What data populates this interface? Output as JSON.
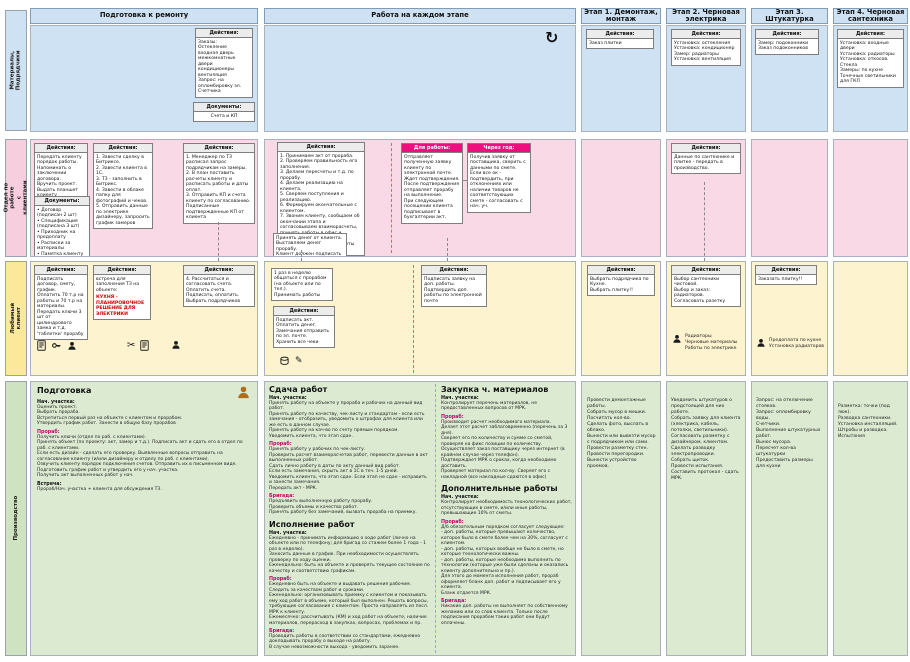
{
  "labels": {
    "actions": "Действия:",
    "documents": "Документы:"
  },
  "columns": [
    "Подготовка к ремонту",
    "Работа на каждом этапе",
    "Этап 1. Демонтаж, монтаж",
    "Этап 2. Черновая электрика",
    "Этап 3. Штукатурка",
    "Этап 4. Черновая сантехника"
  ],
  "lanes": [
    "Материалы,\nПодрядчики",
    "Отдел по работе\nс клиентами",
    "Любимый клиент",
    "Производство"
  ],
  "blue": {
    "orders": "Заказы:\nОстекление\nвходная дверь\nмежкомнатные двери\nкондиционеры\nвентиляция\nЗапрос: на опломбировку эл. Счетчика",
    "docs": "Счета и КП",
    "stage1": "Заказ плитки",
    "stage2": "Установка: остекления\nУстановка: кондиционер\nЗамер: радиаторы\nУстановка: вентиляция",
    "stage3": "Замер: подоконники\nЗаказ подоконников",
    "stage4": "Установка: входные двери\nУстановка: радиаторы\nУстановка: откосов. Стекла\nЗамеры: по кухне\nТочечные светильники для ГКЛ"
  },
  "pink": {
    "handover": "Передать клиенту порядок работы.\nНапоминать о заключении договора.\nВручить проект.\nВыдать планшет клиенту",
    "docs": "• Договор (подписан 2 шт)\n• Спецификация (подписана 3 шт)\n• Приходник на предоплату\n• Расписки за материалы\n• Памятка клиенту",
    "crm": "1. Завести сделку в Битриксе.\n2. Завести клиента в 1С.\n3. ТЗ - заполнить в Битрикс.\n4. Завести в облаке папку для фотографий и чеков.\n5. Отправить данные по электрике дизайнеру, запросить график замеров",
    "manager": "1. Менеджер по ТЗ расписал запрос подрядчикам на замеры.\n2. В план поставить расчеты клиенту и расписать работы и даты оплат.\n3. Отправить КП и счета клиенту по согласованию. Подписанные подтвержденные КП от клиента",
    "acts": "1. Принимаем акт от прораба.\n2. Проверяем правильность его заполнения.\n3. Делаем пересчеты и т.д. по прорабу.\n4. Делаем реализацию на клиента.\n5. Сверяем поступления и реализацию.\n6. Формируем окончательные с клиентом.\n7. Звоним клиенту, сообщаем об окончании этапа и согласовываем взаиморасчеты, принять работы в офис и уточнить акт.\n8. Отправляем взаиморасчеты клиенту",
    "money": "Принять денег от клиента.\nВыставляем денег прорабу.\nКлиент должен подписать акты",
    "for_work_h": "Для работы:",
    "for_work": "Отправляет полученную заявку клиенту по электронной почте.\nЖдет подтверждения.\nПосле подтверждения отправляет прорабу на выполнение.\nПри следующем посещении клиента подписывает в бухгалтерии акт.",
    "in_year_h": "Через год:",
    "in_year": "Получив заявку от поставщика, сверить с данными по смете. Если все ок - подтвердить, при отклонениях или наличии товаров не соответствующих смете - согласовать с нач. уч.",
    "stage2": "Данные по сантехнике и плитке - передать в производство."
  },
  "yellow": {
    "sign": "Подписать договор, смету, график.\nОплатить 70 т.р на работы и 70 т.р на материалы.\nПередать ключи 3 шт от цилиндрового замка и т.д. 'таблетки' прорабу",
    "meeting_intro": "встреча для заполнения ТЗ на объекте:",
    "meeting_red": "КУХНЯ - ПЛАНИРОВОЧНОЕ РЕШЕНИЕ ДЛЯ ЭЛЕКТРИКИ",
    "pay": "4. Рассчитаться и согласовать счета.\nОплатить счета.\nПодписать, оплатить.\nВыбрать подрядчиков",
    "weekly": "1 раз в неделю общаться с прорабом (на объекте или по тел.).\nПринимать работы",
    "sign_act": "Подписать акт.\nОплатить денег.\nЗамечания отправить по эл. почте.\nХранить все чеки",
    "extra": "Подписать заявку на доп. работы.\nПодтвердить доп. работы по электронной почте",
    "stage1": "Выбрать подрядчика по Кухне.\nВыбрать плитку!!",
    "stage2": "Выбор сантехники чистовой.\nВыбор и заказ: радиаторов.\nСогласовать разетку",
    "stage2_list": "Радиаторы\nЧерновые материалы\nРаботы по электрике",
    "stage3": "Заказать плитку!!",
    "stage3_list": "Предоплата по кухне\nУстановка радиаторов"
  },
  "green": {
    "prep": {
      "title": "Подготовка",
      "s1_label": "Нач. участка:",
      "s1_text": "Оценить проект.\nВыбрать прораба.\nВстретиться первый раз на объекте с клиентом и прорабом.\nУтвердить график работ. Занести в общую базу прорабов",
      "s2_label": "Прораб:",
      "s2_text": "Получить ключи (отдел по раб. с клиентами).\nПринять объект (по проекту: акт, замер и т.д.). Подписать акт и сдать его в отдел по раб. с клиентами.\nЕсли есть дизайн - сделать его проверку. Выявленные вопросы отправить на согласование клиенту (и/или дизайнеру и отделу по раб. с клиентами).\nОзвучить клиенту порядок подключения счетов. Отправить их в письменном виде.\nПодготовить график работ и утвердить его у нач. участка.\nПолучить акт выполненных работ у нач.",
      "s3_label": "Встреча:",
      "s3_text": "Прораб/Нач. участка + клиента для обсуждения ТЗ."
    },
    "sdacha": {
      "title": "Сдача работ",
      "s1_label": "Нач. участка:",
      "s1_text": "Принять работу на объекте у прораба и рабочих на данный вид работ.\nПринять работу по качеству, чек-листу и стандартам - если есть замечания - отобразить, уведомить о штрафах для клиента или же есть в данном случае.\nПринять работу на кач-во по счету прямым порядком.\nУведомить клиента, что этап сдан.",
      "s2_label": "Прораб:",
      "s2_text": "Принять работу у рабочих по чек-листу.\nПроверить расчет взаиморасчетов работ, перевести данные в акт выполненных работ.\nСдать лично работу в даты по акту данный вид работ.\nЕсли есть замечания, скрыть акт в 1С в теч. 1-5 дней.\nУведомить клиента, что этап сдан. Если этап не сдан - исправить и занести замечания.\nПередать акт - МРК.",
      "s3_label": "Бригада:",
      "s3_text": "Предъявить выполненную работу прорабу.\nПроверить объемы и качество работ.\nПринять работу без замечаний, вызвать прораба на приемку."
    },
    "ispolnenie": {
      "title": "Исполнение работ",
      "s1_label": "Нач. участка:",
      "s1_text": "Ежедневно - принимать информацию о ходе работ (лично на объекте или по телефону; для бригад со стажем более 1 года - 1 раз в неделю).\nЗаносить данные в график. При необходимости осуществлять проверку по ходу оценки.\nЕженедельно: быть на объекте и проверять текущее состояние по качеству и соответствию графикам.",
      "s2_label": "Прораб:",
      "s2_text": "Ежедневно быть на объекте и выдавать решения рабочим.\nСледить за качеством работ и сроками.\nЕженедельно: организовывать приемку с клиентом и показывать ему ход работ в объеме, который был выполнен. Решать вопросы, требующие согласования с клиентом. Просто направлять из посл. МРК к клиенту.\nЕжемесячно: рассчитывать (КМ) и ход работ на объекте, наличие материалов, перерасход в закупках, вопросах, проблемах и пр.",
      "s3_label": "Бригада:",
      "s3_text": "Проводить работы в соответствии со стандартами, ежедневно докладывать прорабу о выходе на работу.\nВ случае невозможности выхода - уведомить заранее."
    },
    "zakupka": {
      "title": "Закупка ч. материалов",
      "s1_label": "Нач. участка:",
      "s1_text": "Контролирует перечень материалов, не предоставленных вопросов от МРК.",
      "s2_label": "Прораб:",
      "s2_text": "Производит расчет необходимого материала.\nДелает этот расчет заблаговременно (перечень за 3 дня).\nСверяет его по количеству и сумме со сметой, проверяя на фикс позиции по количеству.\nОсуществляет заказ поставщику через интернет (в крайнем случае через телефон).\nПодтверждает МРК о сроках, когда необходимо доставить.\nПроверяет материал по кол-ву. Сверяет его с накладной (все накладные сдаются в офис)"
    },
    "dop": {
      "title": "Дополнительные работы",
      "s1_label": "Нач. участка:",
      "s1_text": "Контролирует необходимость технологических работ, отсутствующих в смете, и/или иные работы, превышающие 10% от сметы.",
      "s2_label": "Прораб:",
      "s2_text": "Д/б обязательным порядком согласует следующее:\n- доп. работы, которые превышают количество, которое было в смете более чем на 30%, согласует с клиентом.\n- доп. работы, которых вообще не было в смете, но которые технологически важны.\n- доп. работы, которые необходимо выполнить по технологии (которые уже были сделаны и оказались клиенту дополнительно и пр.).\nДля этого до момента исполнения работ, прораб оформляет бланк доп. работ и подписывает его у клиента.\nБланк отдается МРК.",
      "s3_label": "Бригада:",
      "s3_text": "Никакие доп. работы не выполняет по собственному желанию или со слов клиента. Только после подписания прорабом таких работ они будут оплачены."
    },
    "stage1": "Провести демонтажные работы.\nСобрать мусор в мешки.\nПосчитать кол-во.\nСделать фото, выслать в облако.\nВынести или вывезти мусор с подрядчиком или сами.\nПровести разметку стен.\nПровести перегородки.\nВынести устройство проемов.",
    "stage2": "Уведомить штукатуров о предстоящей для них работе.\nСобрать заявку для клиента (электрика, кабель, потолки, светильники).\nСогласовать разметку с дизайнером, клиентом.\nСделать разводку электропроводки.\nСобрать щиток.\nПровести испытания.\nСоставить протокол - сдать МРК.",
    "stage3": "Запрос: на отключение стояков.\nЗапрос: опломбировку воды.\nСчетчики.\nВыполнение штукатурных работ.\nВынос мусора.\nПересчет кол-ва штукатурки\nПредоставить размеры для кухни",
    "stage4": "Разметка: точки (под люк).\nРазводка сантехники.\nУстановка инсталляций.\nШтробы и разводка.\nИспытания"
  }
}
